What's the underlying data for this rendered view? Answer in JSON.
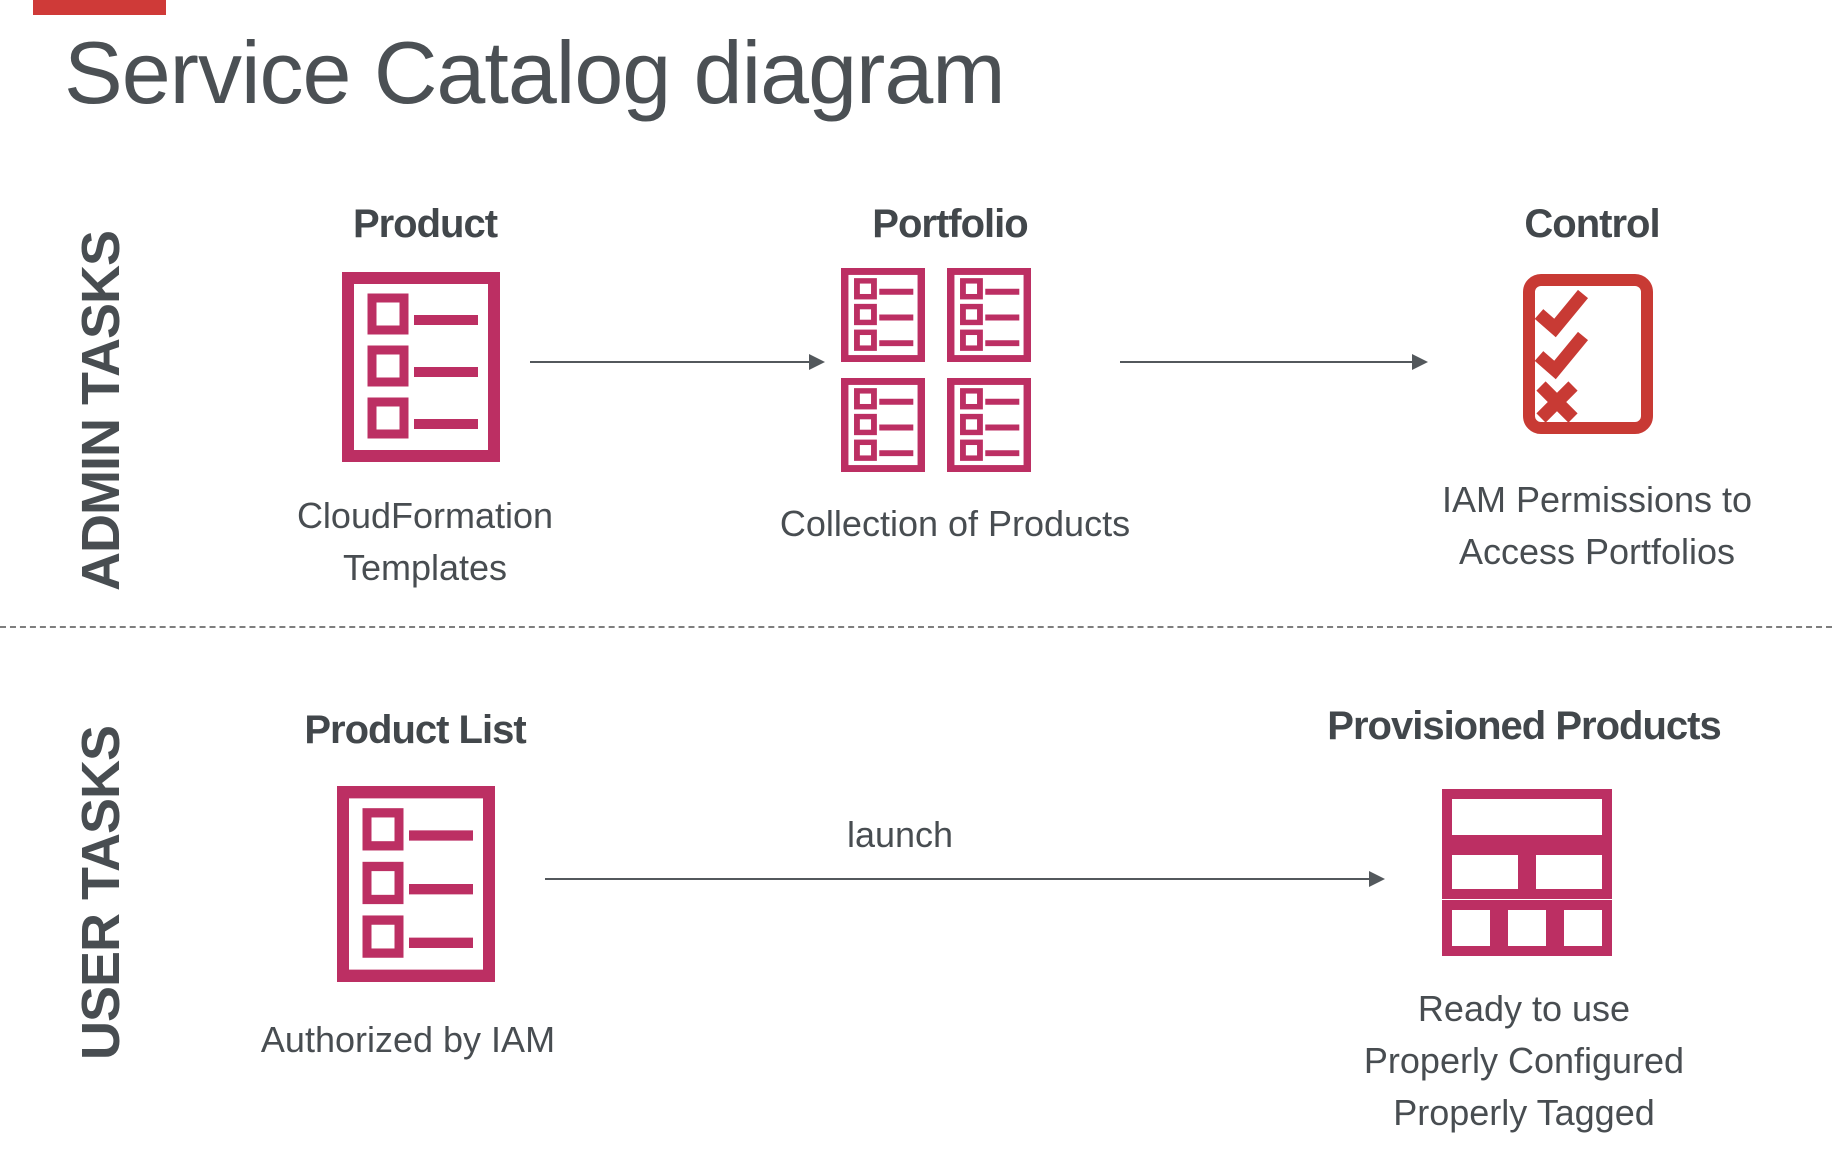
{
  "title": "Service Catalog diagram",
  "colors": {
    "accent_pink": "#bc2f63",
    "accent_red": "#c83a34",
    "text_dark": "#484d51",
    "text_title": "#4b5054",
    "arrow_color": "#53585c",
    "divider_color": "#7e7e7e",
    "bar_red": "#cf3a38"
  },
  "admin": {
    "label": "ADMIN TASKS",
    "product": {
      "title": "Product",
      "icon": "list-document-icon",
      "caption1": "CloudFormation",
      "caption2": "Templates"
    },
    "portfolio": {
      "title": "Portfolio",
      "icon": "list-document-grid-icon",
      "caption": "Collection of Products"
    },
    "control": {
      "title": "Control",
      "icon": "checklist-icon",
      "caption1": "IAM Permissions to",
      "caption2": "Access Portfolios"
    }
  },
  "user": {
    "label": "USER TASKS",
    "product_list": {
      "title": "Product List",
      "icon": "list-document-icon",
      "caption": "Authorized by IAM"
    },
    "launch": "launch",
    "provisioned": {
      "title": "Provisioned Products",
      "icon": "stacked-blocks-icon",
      "caption1": "Ready to use",
      "caption2": "Properly Configured",
      "caption3": "Properly Tagged"
    }
  }
}
